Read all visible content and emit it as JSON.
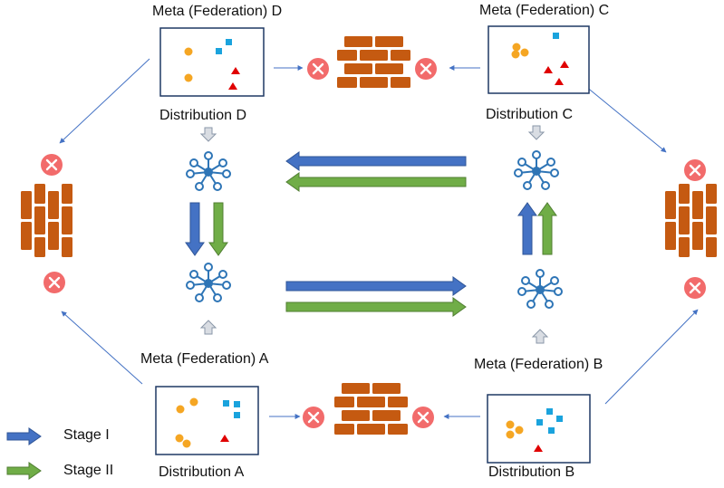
{
  "labels": {
    "meta_d": "Meta (Federation) D",
    "meta_c": "Meta (Federation) C",
    "dist_d": "Distribution D",
    "dist_c": "Distribution C",
    "meta_a": "Meta (Federation) A",
    "meta_b": "Meta (Federation) B",
    "dist_a": "Distribution A",
    "dist_b": "Distribution B"
  },
  "legend": [
    {
      "label": "Stage I",
      "color": "#4472c4"
    },
    {
      "label": "Stage II",
      "color": "#70ad47"
    }
  ],
  "colors": {
    "stage1": "#4472c4",
    "stage2": "#70ad47",
    "brick": "#c55a11",
    "blocked": "#f26b6b",
    "panel_border": "#1f3864",
    "connector": "#4472c4",
    "network": "#2e75b6",
    "orange_dot": "#f5a623",
    "blue_square": "#1aa3dd",
    "red_triangle": "#e00000",
    "gray_arrow": "#d9dde3"
  },
  "icons": [
    "brick-wall-icon",
    "blocked-x-icon",
    "network-hub-icon",
    "gray-down-arrow-icon"
  ]
}
